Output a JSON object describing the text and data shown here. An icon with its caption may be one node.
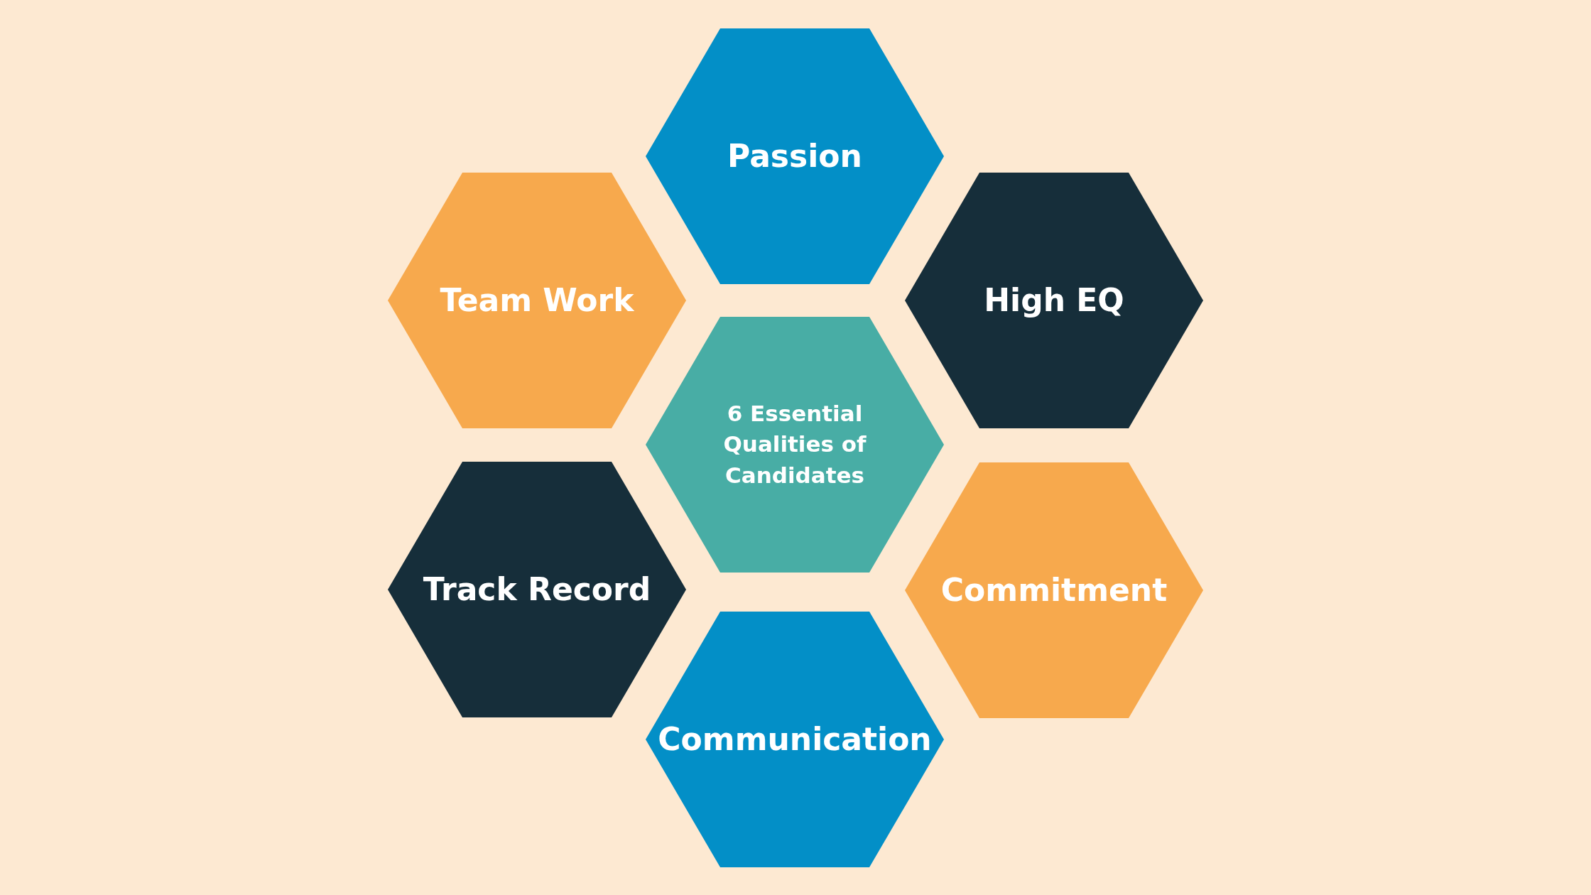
{
  "diagram": {
    "nodes": [
      {
        "text": [
          "Passion"
        ]
      },
      {
        "text": [
          "Team Work"
        ]
      },
      {
        "text": [
          "High EQ"
        ]
      },
      {
        "text": [
          "6 Essential Qualities of Candidates"
        ]
      },
      {
        "text": [
          "Track Record"
        ]
      },
      {
        "text": [
          "Commitment"
        ]
      },
      {
        "text": [
          "Communication"
        ]
      }
    ]
  }
}
